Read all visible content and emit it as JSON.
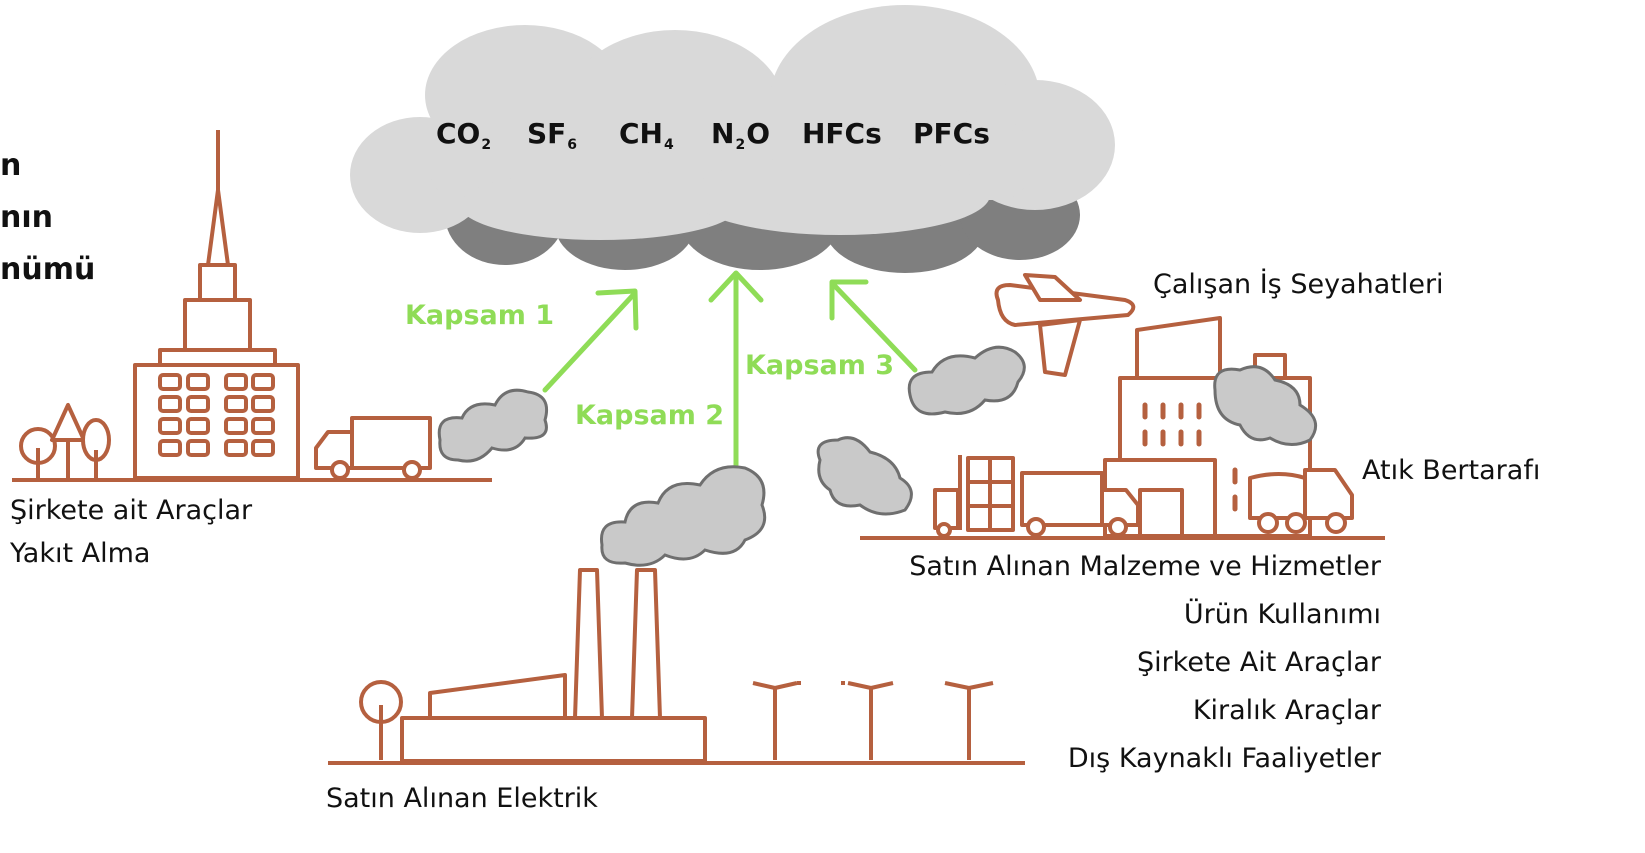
{
  "title_fragments": [
    "n",
    "nın",
    "nümü"
  ],
  "gases": [
    {
      "base": "CO",
      "sub": "2",
      "tail": ""
    },
    {
      "base": "SF",
      "sub": "6",
      "tail": ""
    },
    {
      "base": "CH",
      "sub": "4",
      "tail": ""
    },
    {
      "base": "N",
      "sub": "2",
      "tail": "O"
    },
    {
      "base": "HFCs",
      "sub": "",
      "tail": ""
    },
    {
      "base": "PFCs",
      "sub": "",
      "tail": ""
    }
  ],
  "scopes": {
    "scope1": "Kapsam 1",
    "scope2": "Kapsam 2",
    "scope3": "Kapsam 3"
  },
  "scope1_labels": [
    "Şirkete ait Araçlar",
    "Yakıt Alma"
  ],
  "scope2_labels": [
    "Satın Alınan Elektrik"
  ],
  "scope3_labels": {
    "travel": "Çalışan İş Seyahatleri",
    "waste": "Atık Bertarafı",
    "list": [
      "Satın Alınan Malzeme ve Hizmetler",
      "Ürün Kullanımı",
      "Şirkete Ait Araçlar",
      "Kiralık Araçlar",
      "Dış Kaynaklı Faaliyetler"
    ]
  },
  "colors": {
    "outline": "#b5603f",
    "arrow": "#8fdc57",
    "cloud_light": "#d8d8d8",
    "cloud_dark": "#808080",
    "smoke": "#c9c9c9",
    "smoke_stroke": "#7a7a7a"
  }
}
